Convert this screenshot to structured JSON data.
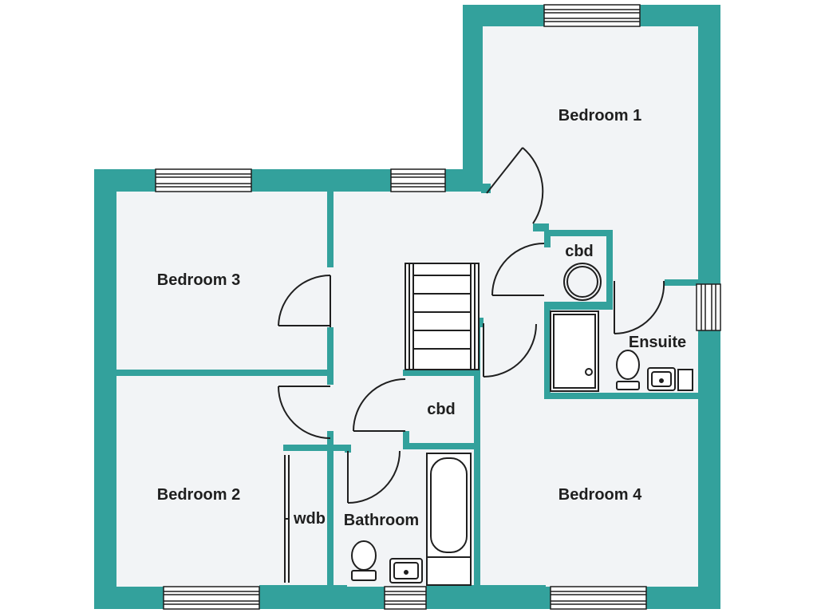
{
  "colors": {
    "wall": "#33a19c",
    "floor": "#f2f4f6",
    "line": "#1f1f1f",
    "background": "#ffffff"
  },
  "rooms": {
    "bedroom1": "Bedroom 1",
    "bedroom2": "Bedroom 2",
    "bedroom3": "Bedroom 3",
    "bedroom4": "Bedroom 4",
    "bathroom": "Bathroom",
    "ensuite": "Ensuite",
    "cupboard_top": "cbd",
    "cupboard_landing": "cbd",
    "wardrobe": "wdb"
  },
  "fixtures": [
    "staircase",
    "bath",
    "shower-tray",
    "toilet",
    "basin",
    "hot-water-cylinder"
  ]
}
